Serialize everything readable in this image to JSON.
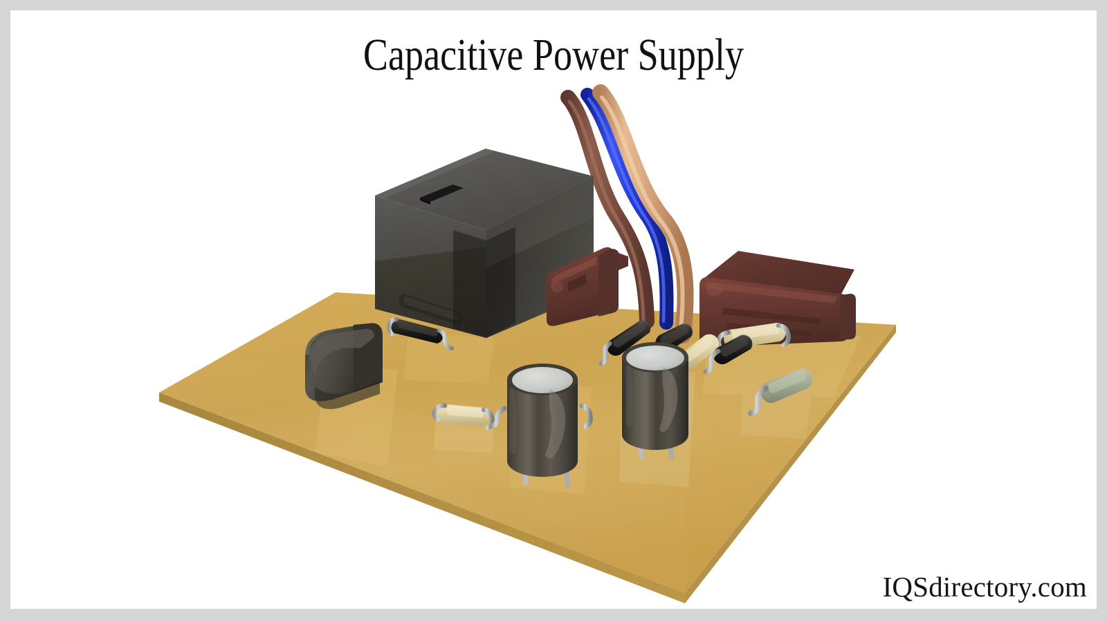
{
  "page": {
    "title": "Capacitive Power Supply",
    "watermark": "IQSdirectory.com",
    "background_color": "#d6d6d6",
    "canvas_color": "#ffffff",
    "title_color": "#111111"
  },
  "scene": {
    "name": "capacitive-power-supply-3d-render",
    "description": "3D rendered printed circuit board with transformer, capacitors, resistors and wires",
    "board": {
      "name": "printed-circuit-board",
      "color_top": "#cfa855",
      "color_light": "#d8b566",
      "color_edge": "#b08f42",
      "color_shadow": "#c09a4b"
    },
    "components": [
      {
        "name": "transformer",
        "color": "#4a4a4a",
        "color_top": "#5e5e5e",
        "color_side": "#3a3732"
      },
      {
        "name": "film-capacitor-left",
        "color": "#4f4c47"
      },
      {
        "name": "electrolytic-capacitor-front",
        "color": "#55514a",
        "top_color": "#c6c9c6"
      },
      {
        "name": "electrolytic-capacitor-back",
        "color": "#4c4842",
        "top_color": "#cdd0cd"
      },
      {
        "name": "box-capacitor-small",
        "color": "#6e3b34"
      },
      {
        "name": "box-capacitor-large",
        "color": "#6b3a34"
      },
      {
        "name": "resistor-cream-left",
        "color": "#dfd2a6"
      },
      {
        "name": "resistor-cream-mid",
        "color": "#decfa2"
      },
      {
        "name": "resistor-cream-right",
        "color": "#d8caa0"
      },
      {
        "name": "resistor-black-upper",
        "color": "#2b2b2b"
      },
      {
        "name": "resistor-black-lower",
        "color": "#222222"
      },
      {
        "name": "resistor-green",
        "color": "#a3ad91"
      },
      {
        "name": "lead-wire",
        "color": "#b9bdc0"
      }
    ],
    "wires": [
      {
        "name": "wire-brown",
        "color": "#7d5245"
      },
      {
        "name": "wire-blue",
        "color": "#1c36cf"
      },
      {
        "name": "wire-tan",
        "color": "#dca97a"
      }
    ]
  }
}
